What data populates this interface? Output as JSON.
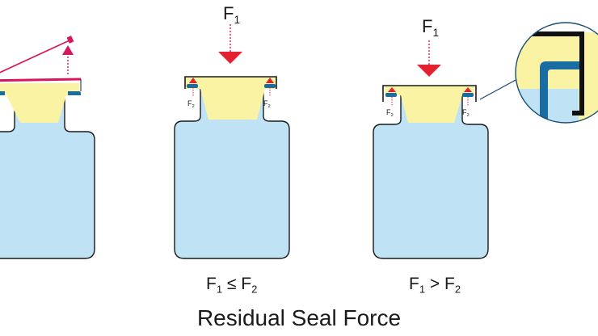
{
  "title": "Residual Seal Force",
  "force_label": {
    "main": "F",
    "sub": "1"
  },
  "small_force_label": {
    "main": "F",
    "sub": "2"
  },
  "conditions": [
    {
      "lhs": "F",
      "lhs_sub": "1",
      "op": "≤",
      "rhs": "F",
      "rhs_sub": "2"
    },
    {
      "lhs": "F",
      "lhs_sub": "1",
      "op": ">",
      "rhs": "F",
      "rhs_sub": "2"
    }
  ],
  "colors": {
    "vial": "#bfe3f5",
    "stopper": "#fbf3a4",
    "seal_red": "#e52030",
    "cap_pink": "#d8155d",
    "crimp_blue": "#1a6da3",
    "outline": "#1a1a1a"
  }
}
